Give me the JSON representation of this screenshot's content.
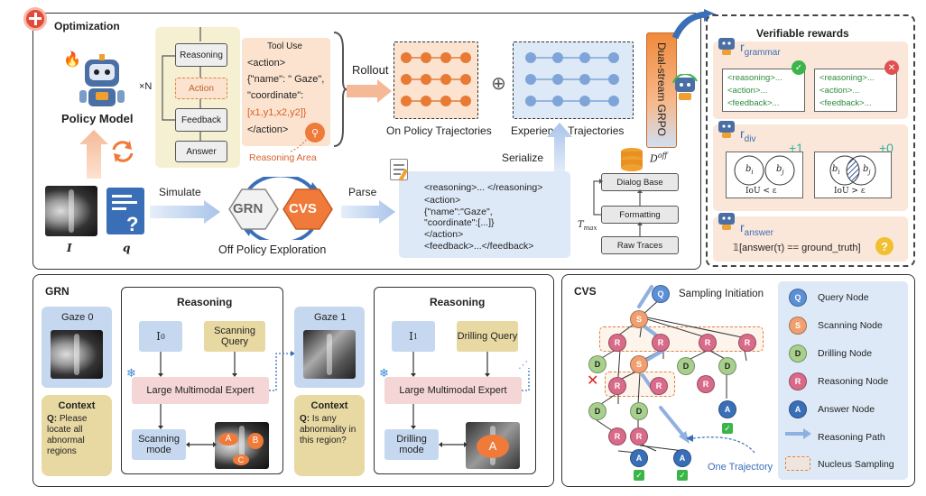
{
  "optimization": {
    "title": "Optimization",
    "policy_model": "Policy Model",
    "times_n": "×N",
    "loop_steps": [
      "Reasoning",
      "Action",
      "Feedback",
      "Answer"
    ],
    "tool_use_title": "Tool Use",
    "tool_use_lines": [
      "<action>",
      "{\"name\": \" Gaze\",",
      "\"coordinate\":",
      "[x1,y1,x2,y2]}",
      "</action>"
    ],
    "reasoning_area": "Reasoning Area",
    "rollout": "Rollout",
    "on_policy": "On Policy Trajectories",
    "experience": "Experience Trajectories",
    "plus": "⊕",
    "dual_grpo": "Dual-stream GRPO",
    "serialize": "Serialize",
    "d_off": "D",
    "d_off_sup": "off",
    "simulate": "Simulate",
    "parse": "Parse",
    "grn_logo": "GRN",
    "cvs_logo": "CVS",
    "off_policy": "Off Policy Exploration",
    "input_i": "I",
    "input_q": "q",
    "trace_lines": [
      "<reasoning>... </reasoning>",
      "<action>",
      "{\"name\":\"Gaze\",",
      "\"coordinate\":[...]}",
      "</action>",
      "<feedback>...</feedback>"
    ],
    "dialog_base": "Dialog Base",
    "formatting": "Formatting",
    "raw_traces": "Raw Traces",
    "t_max": "T",
    "t_max_sub": "max"
  },
  "rewards": {
    "title": "Verifiable rewards",
    "r_grammar": "r",
    "r_grammar_sub": "grammar",
    "grammar_lines": [
      "<reasoning>...",
      "<action>...",
      "<feedback>..."
    ],
    "r_div": "r",
    "r_div_sub": "div",
    "plus_one": "+1",
    "plus_zero": "+0",
    "bi": "b",
    "bi_sub": "i",
    "bj": "b",
    "bj_sub": "j",
    "iou_lt": "IoU < ε",
    "iou_gt": "IoU > ε",
    "r_answer": "r",
    "r_answer_sub": "answer",
    "answer_formula": "𝟙[answer(τ) == ground_truth]"
  },
  "grn": {
    "title": "GRN",
    "gaze0": "Gaze 0",
    "gaze1": "Gaze 1",
    "reasoning": "Reasoning",
    "i0": "I",
    "i0_sub": "0",
    "i1": "I",
    "i1_sub": "1",
    "scanning_query": "Scanning Query",
    "drilling_query": "Drilling Query",
    "lme": "Large Multimodal Expert",
    "scanning_mode": "Scanning mode",
    "drilling_mode": "Drilling mode",
    "context": "Context",
    "q_label": "Q:",
    "q1_text": "Please locate all abnormal regions",
    "q2_text": "Is any abnormality in this region?",
    "region_labels": [
      "A",
      "B",
      "C",
      "A"
    ]
  },
  "cvs": {
    "title": "CVS",
    "sampling_initiation": "Sampling Initiation",
    "one_trajectory": "One Trajectory",
    "legend": [
      {
        "symbol": "Q",
        "label": "Query Node",
        "color": "#5b8fd6"
      },
      {
        "symbol": "S",
        "label": "Scanning Node",
        "color": "#f0a070"
      },
      {
        "symbol": "D",
        "label": "Drilling Node",
        "color": "#a8d08d"
      },
      {
        "symbol": "R",
        "label": "Reasoning Node",
        "color": "#d96b8a"
      },
      {
        "symbol": "A",
        "label": "Answer Node",
        "color": "#3a6fb8"
      },
      {
        "symbol": "",
        "label": "Reasoning Path",
        "color": "#8fb0e0"
      },
      {
        "symbol": "",
        "label": "Nucleus Sampling",
        "color": "#f0a070"
      }
    ]
  },
  "colors": {
    "blue_arrow": "#a9c4ea",
    "orange_arrow": "#f5b998",
    "orange_box": "#fbe3cf",
    "yellow_box": "#f6f0d2",
    "blue_box": "#dde9f7",
    "pink_box": "#f4d6d6",
    "grpo": "#f08a3c"
  }
}
